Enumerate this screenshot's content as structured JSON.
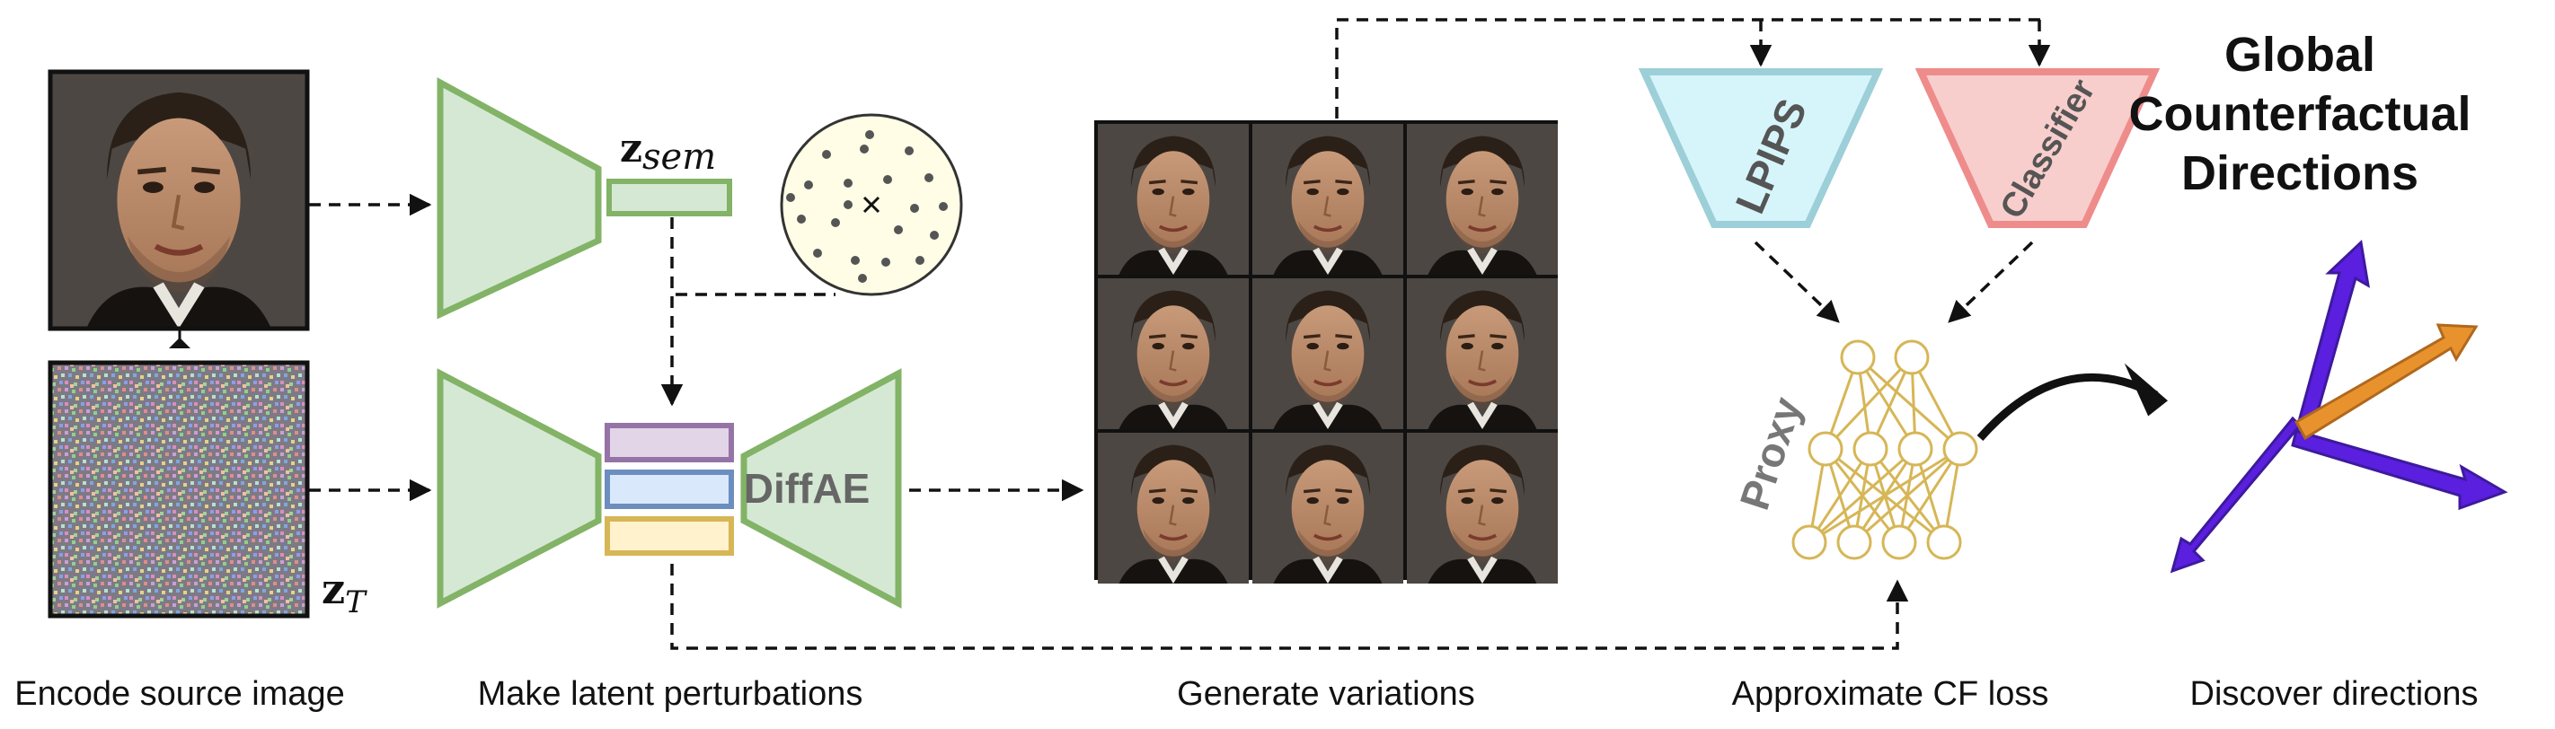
{
  "captions": {
    "encode": "Encode source image",
    "perturb": "Make latent perturbations",
    "generate": "Generate variations",
    "approx": "Approximate CF loss",
    "discover": "Discover directions"
  },
  "labels": {
    "z_sem_main": "z",
    "z_sem_sub": "sem",
    "z_t_main": "z",
    "z_t_sub": "T",
    "diffae": "DiffAE",
    "lpips": "LPIPS",
    "classifier": "Classifier",
    "proxy": "Proxy"
  },
  "title_lines": [
    "Global",
    "Counterfactual",
    "Directions"
  ],
  "colors": {
    "encoder_stroke": "#82b366",
    "encoder_fill": "#d5e8d4",
    "lpips_stroke": "#9ccfd8",
    "lpips_fill": "#d6f5fb",
    "classifier_stroke": "#ee8c8c",
    "classifier_fill": "#f8cecc",
    "proxy_stroke": "#d6b656",
    "latent_purple": "#9673a6",
    "latent_blue": "#6c8ebf",
    "latent_yellow": "#d6b656",
    "arrow_purple": "#5b1fe0",
    "arrow_orange": "#e8922e",
    "sample_fill": "#fffde6"
  }
}
